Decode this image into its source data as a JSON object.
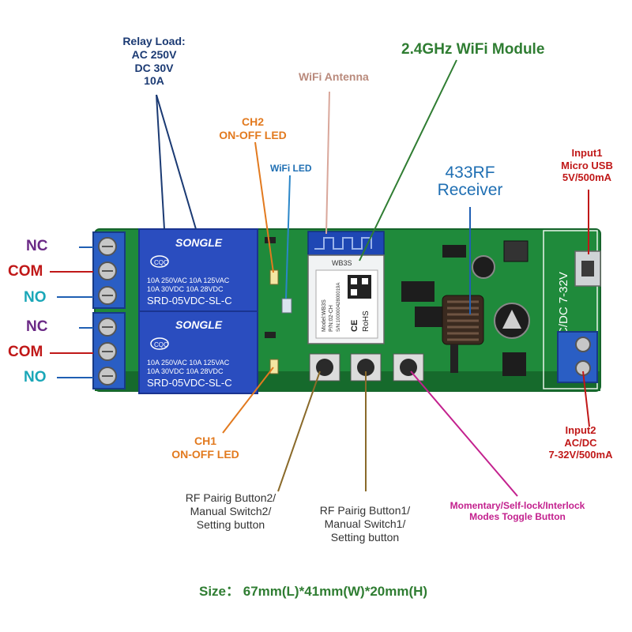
{
  "labels": {
    "relay_load": [
      "Relay Load:",
      "AC 250V",
      "DC 30V",
      "10A"
    ],
    "wifi_antenna": "WiFi Antenna",
    "wifi_module": "2.4GHz WiFi Module",
    "ch2_led": [
      "CH2",
      "ON-OFF LED"
    ],
    "wifi_led": "WiFi LED",
    "rf_receiver": [
      "433RF",
      "Receiver"
    ],
    "input1": [
      "Input1",
      "Micro USB",
      "5V/500mA"
    ],
    "input2": [
      "Input2",
      "AC/DC",
      "7-32V/500mA"
    ],
    "ch1_led": [
      "CH1",
      "ON-OFF LED"
    ],
    "button2": [
      "RF Pairig Button2/",
      "Manual Switch2/",
      "Setting button"
    ],
    "button1": [
      "RF Pairig Button1/",
      "Manual Switch1/",
      "Setting button"
    ],
    "mode_button": [
      "Momentary/Self-lock/Interlock",
      "Modes Toggle Button"
    ],
    "size": "Size： 67mm(L)*41mm(W)*20mm(H)",
    "terminals_top": [
      "NC",
      "COM",
      "NO"
    ],
    "terminals_bottom": [
      "NC",
      "COM",
      "NO"
    ]
  },
  "board": {
    "relay_brand": "SONGLE",
    "relay_cert": "CQC",
    "relay_rating_1": "10A 250VAC  10A 125VAC",
    "relay_rating_2": "10A  30VDC  10A  28VDC",
    "relay_model": "SRD-05VDC-SL-C",
    "module_title": "WB3S",
    "module_model": "Model:WB3S",
    "module_pn": "P/N:02-CH",
    "module_sn": "S/N:10000042800019A",
    "voltage_label": "AC/DC 7-32V",
    "ce_mark": "CE",
    "rohs_mark": "RoHS"
  },
  "colors": {
    "pcb": "#1f8a3b",
    "relay": "#2a4dbf",
    "terminal": "#2a5ec4",
    "module": "#f1f3f4",
    "antenna": "#1e47b4"
  }
}
